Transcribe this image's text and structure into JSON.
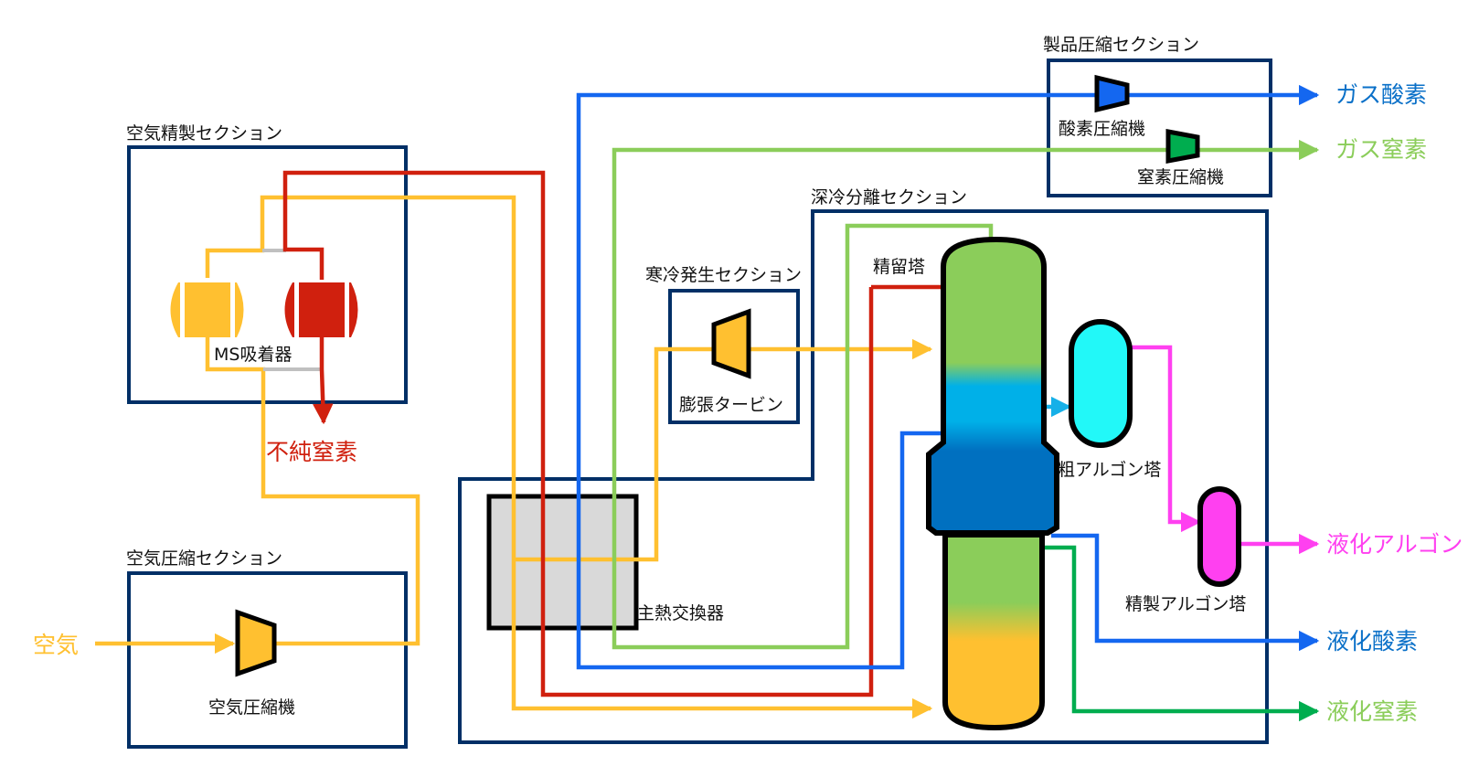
{
  "colors": {
    "section_border": "#002f66",
    "air": "#ffc030",
    "impure_nitrogen": "#d0200e",
    "oxygen": "#1467f0",
    "nitrogen_gas": "#8bcd5a",
    "nitrogen_liquid": "#00ad4f",
    "argon": "#ff40f0",
    "crude_argon_feed": "#16b0e8",
    "adsorber_valve": "#c0c0c0",
    "heat_exchanger_fill": "#d9d9d9",
    "crude_argon_fill": "#22f8f8",
    "pure_argon_fill": "#ff40f0",
    "oxygen_label": "#0a70c8",
    "nitrogen_label": "#8bcd5a"
  },
  "sections": {
    "air_purification": "空気精製セクション",
    "air_compression": "空気圧縮セクション",
    "refrigeration": "寒冷発生セクション",
    "cryogenic_separation": "深冷分離セクション",
    "product_compression": "製品圧縮セクション"
  },
  "equipment": {
    "ms_adsorber": "MS吸着器",
    "air_compressor": "空気圧縮機",
    "expansion_turbine": "膨張タービン",
    "main_heat_exchanger": "主熱交換器",
    "rectification_column": "精留塔",
    "crude_argon_column": "粗アルゴン塔",
    "pure_argon_column": "精製アルゴン塔",
    "oxygen_compressor": "酸素圧縮機",
    "nitrogen_compressor": "窒素圧縮機"
  },
  "streams": {
    "air_in": "空気",
    "impure_nitrogen": "不純窒素",
    "gas_oxygen": "ガス酸素",
    "gas_nitrogen": "ガス窒素",
    "liquid_argon": "液化アルゴン",
    "liquid_oxygen": "液化酸素",
    "liquid_nitrogen": "液化窒素"
  }
}
